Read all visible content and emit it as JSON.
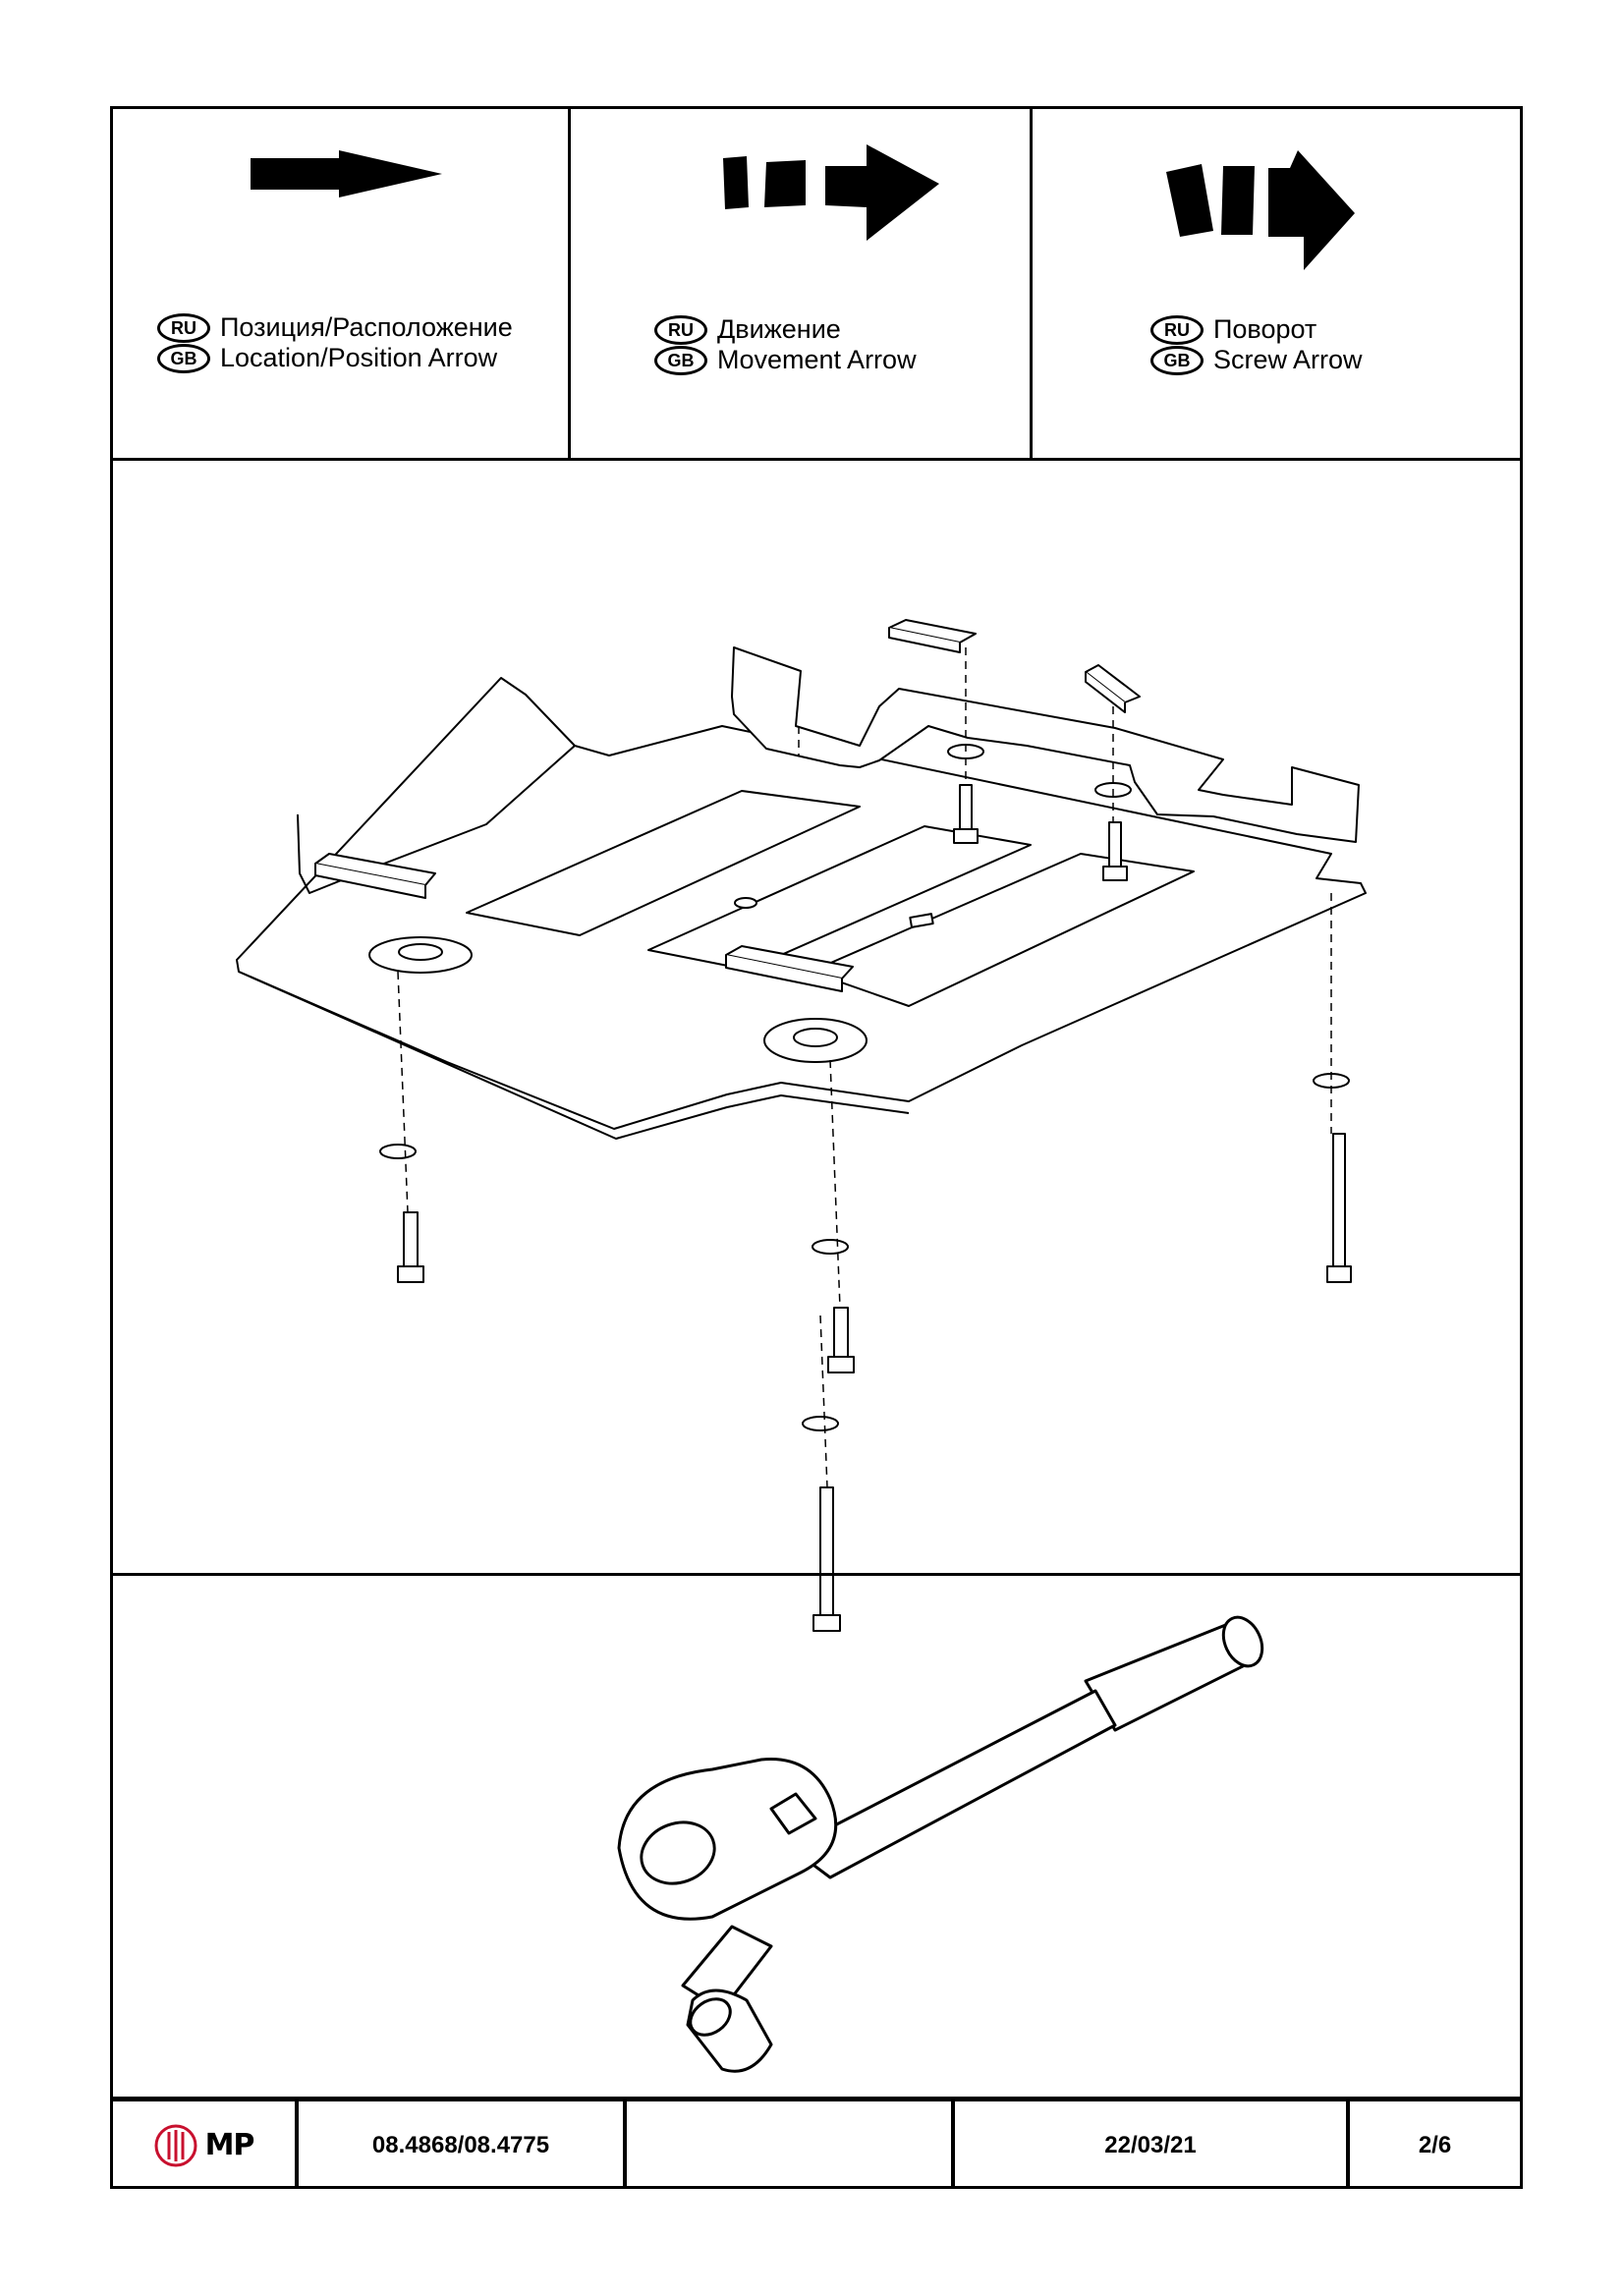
{
  "legend": [
    {
      "ru_badge": "RU",
      "gb_badge": "GB",
      "ru": "Позиция/Расположение",
      "gb": "Location/Position Arrow",
      "icon": "location-arrow-icon"
    },
    {
      "ru_badge": "RU",
      "gb_badge": "GB",
      "ru": "Движение",
      "gb": "Movement Arrow",
      "icon": "movement-arrow-icon"
    },
    {
      "ru_badge": "RU",
      "gb_badge": "GB",
      "ru": "Поворот",
      "gb": "Screw Arrow",
      "icon": "screw-arrow-icon"
    }
  ],
  "title_block": {
    "logo_text": "MP",
    "part_number": "08.4868/08.4775",
    "blank": "",
    "date": "22/03/21",
    "page": "2/6"
  },
  "colors": {
    "line": "#000000",
    "background": "#ffffff",
    "logo_red": "#c8102e"
  }
}
